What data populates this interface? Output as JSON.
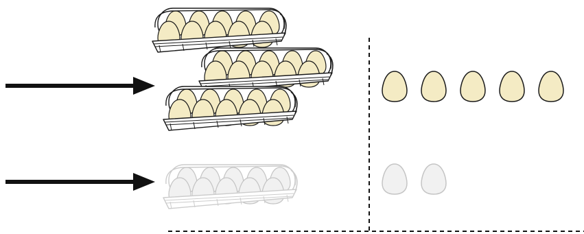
{
  "colors": {
    "egg_fill": "#f4ebc4",
    "egg_stroke": "#1a1a1a",
    "egg_faded_fill": "#f1f1f1",
    "egg_faded_stroke": "#c4c4c4",
    "tray_stroke": "#1a1a1a",
    "tray_faded_stroke": "#cccccc",
    "arrow": "#111111",
    "divider": "#111111"
  },
  "rows": [
    {
      "arrow_icon": "right-arrow",
      "full_trays": 3,
      "eggs_per_tray": 10,
      "loose_eggs": 5,
      "faded": false
    },
    {
      "arrow_icon": "right-arrow",
      "full_trays": 1,
      "eggs_per_tray": 10,
      "loose_eggs": 2,
      "faded": true
    }
  ]
}
